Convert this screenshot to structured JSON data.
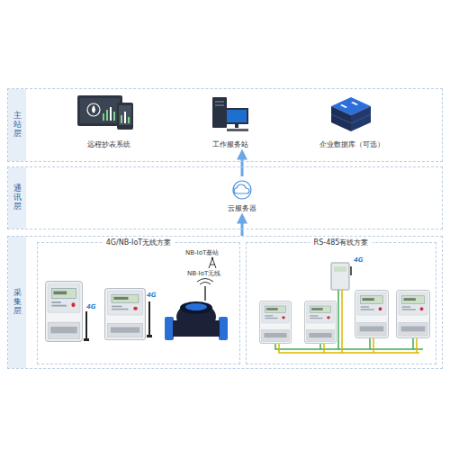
{
  "diagram": {
    "nodes": [
      {
        "text": [
          "主站层"
        ]
      },
      {
        "text": [
          "远程抄表系统"
        ],
        "in": 0
      },
      {
        "text": [
          "工作服务站"
        ],
        "in": 0
      },
      {
        "text": [
          "企业数据库（可选）"
        ],
        "in": 0
      },
      {
        "text": [
          "通讯层"
        ]
      },
      {
        "text": [
          "云服务器"
        ],
        "in": 4
      },
      {
        "text": [
          "采集层"
        ]
      },
      {
        "text": [
          "4G/NB-IoT无线方案"
        ],
        "in": 6
      },
      {
        "text": [
          "RS-485有线方案"
        ],
        "in": 6
      }
    ],
    "edges": [
      {
        "from": 5,
        "to": 2,
        "arrow": "to"
      },
      {
        "from": 6,
        "to": 5,
        "arrow": "to"
      }
    ],
    "labels": [
      "NB-IoT基站",
      "NB-IoT无线",
      "4G",
      "4G",
      "4G"
    ]
  }
}
